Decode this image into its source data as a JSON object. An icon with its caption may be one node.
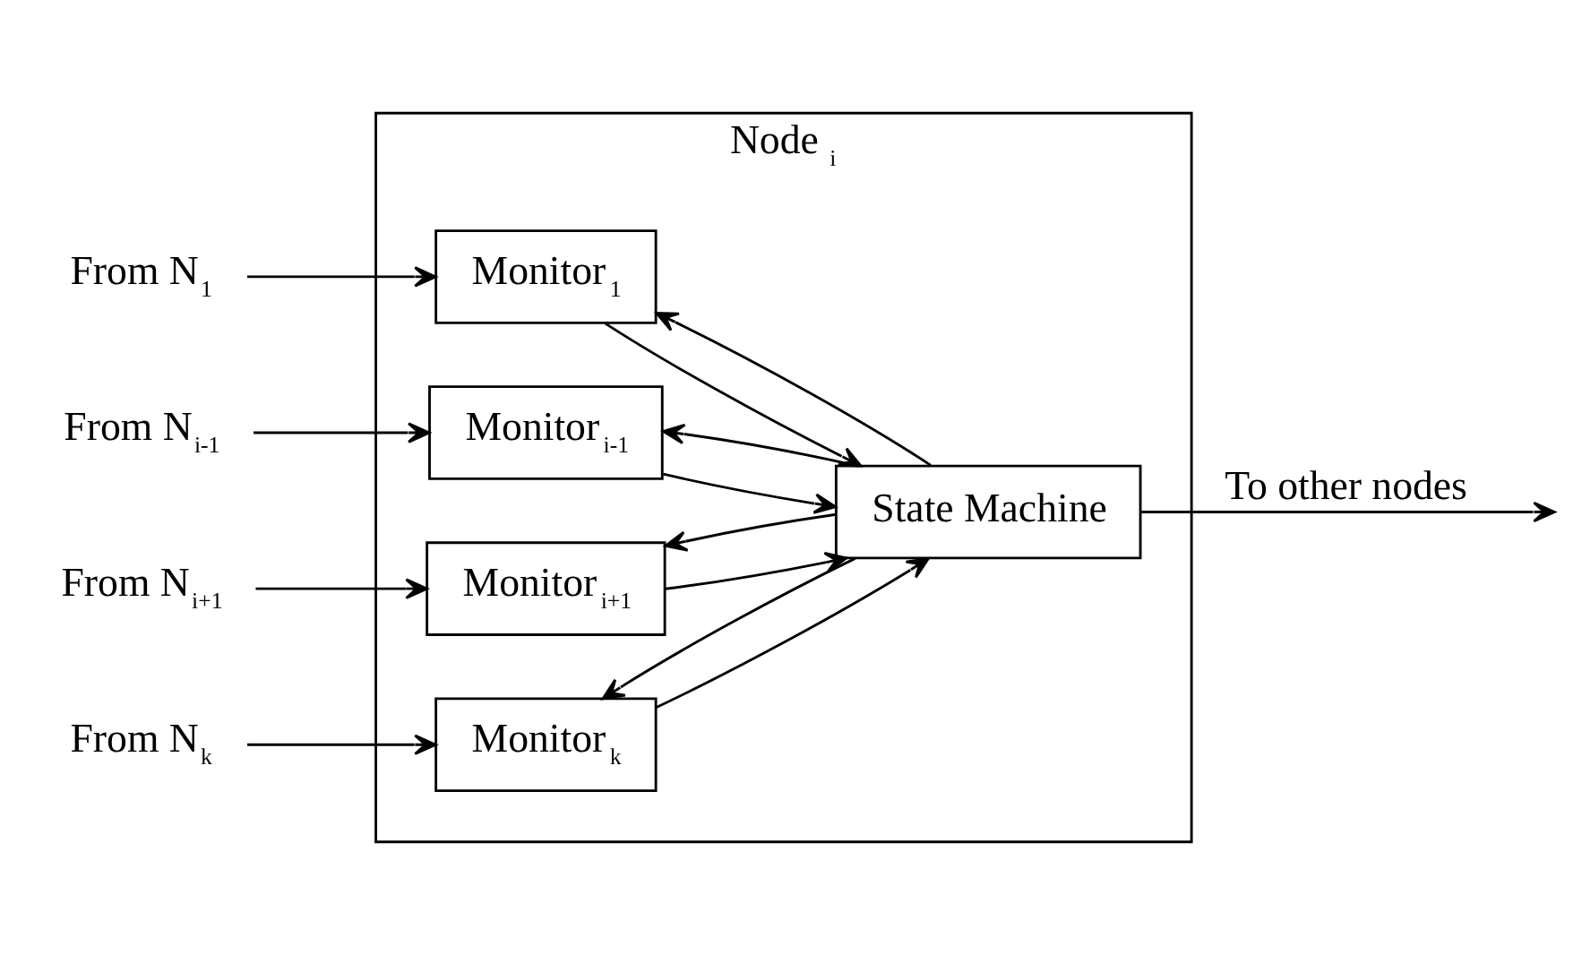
{
  "diagram": {
    "nodes": [
      {
        "text": [
          "Node $_{i}$"
        ]
      },
      {
        "text": [
          "Monitor$_{1}$"
        ],
        "in": 0
      },
      {
        "text": [
          "Monitor$_{i-1}$"
        ],
        "in": 0
      },
      {
        "text": [
          "Monitor$_{i+1}$"
        ],
        "in": 0
      },
      {
        "text": [
          "Monitor$_{k}$"
        ],
        "in": 0
      },
      {
        "text": [
          "State Machine"
        ],
        "in": 0
      },
      {
        "text": [
          "From N$_{1}$"
        ]
      },
      {
        "text": [
          "From N$_{i-1}$"
        ]
      },
      {
        "text": [
          "From N$_{i+1}$"
        ]
      },
      {
        "text": [
          "From N$_{k}$"
        ]
      }
    ],
    "edges": [
      {
        "from": 6,
        "to": 1,
        "arrow": "to"
      },
      {
        "from": 7,
        "to": 2,
        "arrow": "to"
      },
      {
        "from": 8,
        "to": 3,
        "arrow": "to"
      },
      {
        "from": 9,
        "to": 4,
        "arrow": "to"
      },
      {
        "from": 5,
        "to": 1,
        "arrow": "to"
      },
      {
        "from": 1,
        "to": 5,
        "arrow": "to"
      },
      {
        "from": 5,
        "to": 2,
        "arrow": "to"
      },
      {
        "from": 2,
        "to": 5,
        "arrow": "to"
      },
      {
        "from": 5,
        "to": 3,
        "arrow": "to"
      },
      {
        "from": 3,
        "to": 5,
        "arrow": "to"
      },
      {
        "from": 5,
        "to": 4,
        "arrow": "to"
      },
      {
        "from": 4,
        "to": 5,
        "arrow": "to"
      },
      {
        "from": 5,
        "to": null,
        "arrow": "to",
        "label": "To other nodes"
      }
    ]
  }
}
